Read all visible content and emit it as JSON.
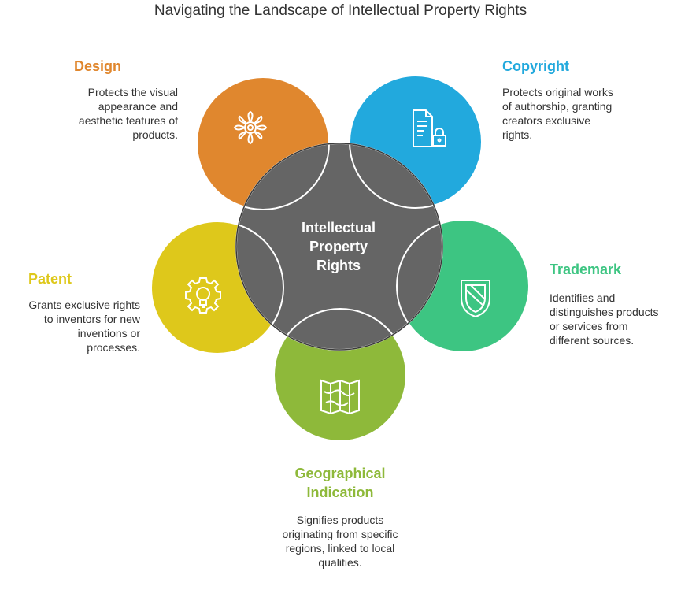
{
  "title": "Navigating the Landscape of Intellectual Property Rights",
  "center": {
    "lines": [
      "Intellectual",
      "Property",
      "Rights"
    ],
    "color": "#656565"
  },
  "items": [
    {
      "key": "design",
      "label": "Design",
      "description": "Protects the visual appearance and aesthetic features of products.",
      "color": "#E0872E",
      "icon": "flower-icon"
    },
    {
      "key": "copyright",
      "label": "Copyright",
      "description": "Protects original works of authorship, granting creators exclusive rights.",
      "color": "#22A9DD",
      "icon": "document-lock-icon"
    },
    {
      "key": "trademark",
      "label": "Trademark",
      "description": "Identifies and distinguishes products or services from different sources.",
      "color": "#3DC582",
      "icon": "shield-icon"
    },
    {
      "key": "geographical",
      "label": "Geographical Indication",
      "description": "Signifies products originating from specific regions, linked to local qualities.",
      "color": "#8EB93A",
      "icon": "map-icon"
    },
    {
      "key": "patent",
      "label": "Patent",
      "description": "Grants exclusive rights to inventors for new inventions or processes.",
      "color": "#DEC81B",
      "icon": "gear-bulb-icon"
    }
  ]
}
